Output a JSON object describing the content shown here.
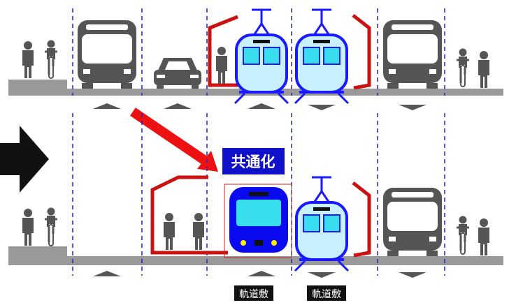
{
  "labels": {
    "shared": "共通化",
    "track_bed_1": "軌道敷",
    "track_bed_2": "軌道敷"
  },
  "colors": {
    "tram_light": "#c9f0ff",
    "tram_outline": "#1a1aff",
    "tram_dark": "#0a0aee",
    "tram_window": "#38ddee",
    "vehicle_grey": "#555555",
    "platform_red": "#cc1111",
    "arrow_red": "#ee1111",
    "lane_line": "#2222cc",
    "road_grey": "#999999",
    "label_bg": "#1111cc",
    "tag_bg": "#111111",
    "chevron": "#555555"
  },
  "icons": [
    "pedestrian-icon",
    "cyclist-icon",
    "bus-front-icon",
    "car-front-icon",
    "tram-front-icon",
    "platform-shelter-icon",
    "transition-arrow-icon",
    "direction-chevron-icon"
  ]
}
